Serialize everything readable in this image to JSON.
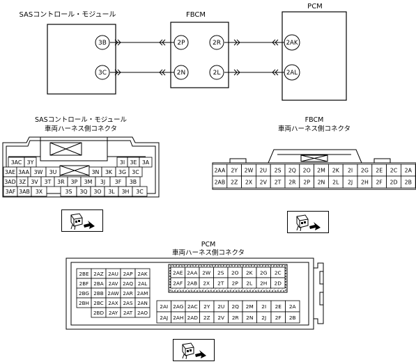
{
  "wiring": {
    "modules": {
      "sas": "SASコントロール・モジュール",
      "fbcm": "FBCM",
      "pcm": "PCM"
    },
    "pins": {
      "sas_top": "3B",
      "sas_bot": "3C",
      "fbcm_lt": "2P",
      "fbcm_lb": "2N",
      "fbcm_rt": "2R",
      "fbcm_rb": "2L",
      "pcm_top": "2AK",
      "pcm_bot": "2AL"
    }
  },
  "connectors": {
    "sas": {
      "title_1": "SASコントロール・モジュール",
      "title_2": "車両ハーネス側コネクタ",
      "rows": [
        [
          "3AC",
          "3Y",
          "3I",
          "3E",
          "3A"
        ],
        [
          "3AE",
          "3AA",
          "3W",
          "3U",
          "3N",
          "3K",
          "3G",
          "3C"
        ],
        [
          "3AD",
          "3Z",
          "3V",
          "3T",
          "3R",
          "3P",
          "3M",
          "3J",
          "3F",
          "3B"
        ],
        [
          "3AF",
          "3AB",
          "3X",
          "3S",
          "3Q",
          "3O",
          "3L",
          "3H",
          "3C"
        ]
      ]
    },
    "fbcm": {
      "title_1": "FBCM",
      "title_2": "車両ハーネス側コネクタ",
      "rows": [
        [
          "2AA",
          "2Y",
          "2W",
          "2U",
          "2S",
          "2Q",
          "2O",
          "2M",
          "2K",
          "2I",
          "2G",
          "2E",
          "2C",
          "2A"
        ],
        [
          "2AB",
          "2Z",
          "2X",
          "2V",
          "2T",
          "2R",
          "2P",
          "2N",
          "2L",
          "2J",
          "2H",
          "2F",
          "2D",
          "2B"
        ]
      ]
    },
    "pcm": {
      "title_1": "PCM",
      "title_2": "車両ハーネス側コネクタ",
      "left_rows": [
        [
          "2BE",
          "2AZ",
          "2AU",
          "2AP",
          "2AK"
        ],
        [
          "2BF",
          "2BA",
          "2AV",
          "2AQ",
          "2AL"
        ],
        [
          "2BG",
          "2BB",
          "2AW",
          "2AR",
          "2AM"
        ],
        [
          "2BH",
          "2BC",
          "2AX",
          "2AS",
          "2AN"
        ],
        [
          "2BD",
          "2AY",
          "2AT",
          "2AO"
        ]
      ],
      "upper_rows": [
        [
          "2AE",
          "2AA",
          "2W",
          "2S",
          "2O",
          "2K",
          "2G",
          "2C"
        ],
        [
          "2AF",
          "2AB",
          "2X",
          "2T",
          "2P",
          "2L",
          "2H",
          "2D"
        ]
      ],
      "lower_rows": [
        [
          "2AI",
          "2AG",
          "2AC",
          "2Y",
          "2U",
          "2Q",
          "2M",
          "2I",
          "2E",
          "2A"
        ],
        [
          "2AJ",
          "2AH",
          "2AD",
          "2Z",
          "2V",
          "2R",
          "2N",
          "2J",
          "2F",
          "2B"
        ]
      ]
    }
  }
}
